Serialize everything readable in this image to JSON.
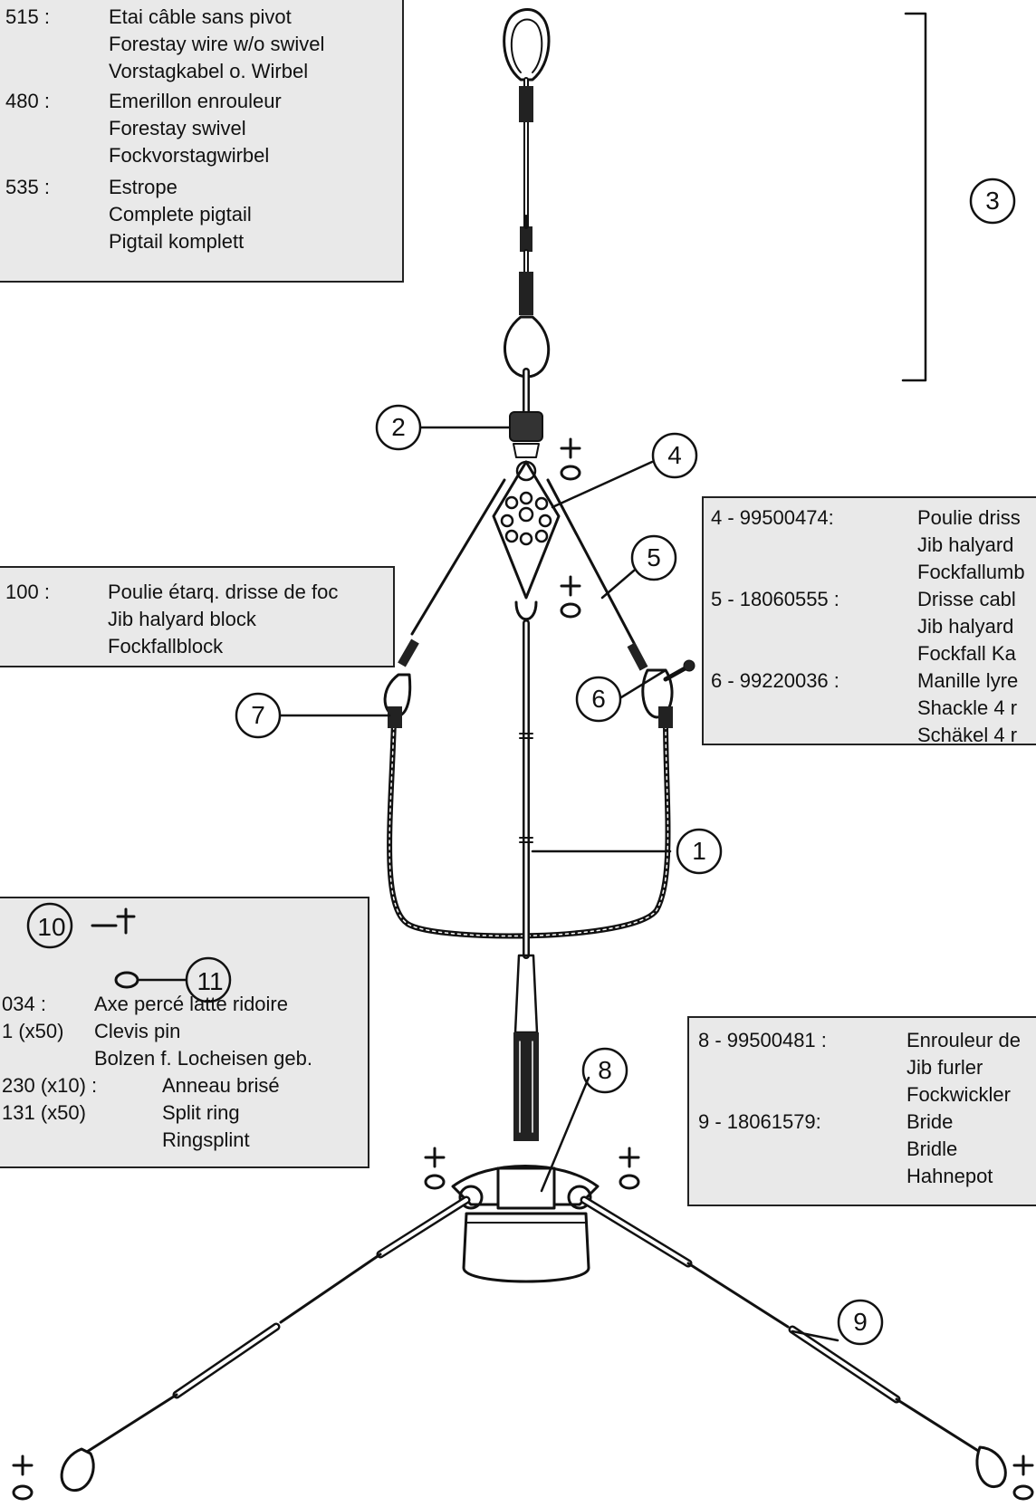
{
  "callouts": [
    "1",
    "2",
    "3",
    "4",
    "5",
    "6",
    "7",
    "8",
    "9",
    "10",
    "11"
  ],
  "box_top_left": {
    "items": [
      {
        "code": "515 :",
        "lines": [
          "Etai câble sans pivot",
          "Forestay wire w/o swivel",
          "Vorstagkabel o. Wirbel"
        ]
      },
      {
        "code": "480 :",
        "lines": [
          "Emerillon enrouleur",
          "Forestay swivel",
          "Fockvorstagwirbel"
        ]
      },
      {
        "code": "535 :",
        "lines": [
          "Estrope",
          "Complete pigtail",
          "Pigtail komplett"
        ]
      }
    ]
  },
  "box_mid_left": {
    "code": "100 :",
    "lines": [
      "Poulie étarq. drisse de foc",
      "Jib halyard block",
      "Fockfallblock"
    ]
  },
  "box_right_mid": {
    "items": [
      {
        "code": "4 - 99500474:",
        "lines": [
          "Poulie driss",
          "Jib halyard",
          "Fockfallumb"
        ]
      },
      {
        "code": "5 - 18060555 :",
        "lines": [
          "Drisse cabl",
          "Jib halyard",
          "Fockfall Ka"
        ]
      },
      {
        "code": "6 - 99220036 :",
        "lines": [
          "Manille lyre",
          "Shackle 4 r",
          "Schäkel 4 r"
        ]
      }
    ]
  },
  "box_bottom_left": {
    "items": [
      {
        "code": "034 :",
        "code2": "1 (x50)",
        "lines": [
          "Axe percé latte ridoire",
          "Clevis pin",
          "Bolzen f. Locheisen geb."
        ]
      },
      {
        "code": "230 (x10) :",
        "code2": "131 (x50)",
        "lines": [
          "Anneau brisé",
          "Split ring",
          "Ringsplint"
        ]
      }
    ]
  },
  "box_right_bottom": {
    "items": [
      {
        "code": "8 - 99500481 :",
        "lines": [
          "Enrouleur de",
          "Jib furler",
          "Fockwickler"
        ]
      },
      {
        "code": "9 - 18061579:",
        "lines": [
          "Bride",
          "Bridle",
          "Hahnepot"
        ]
      }
    ]
  }
}
